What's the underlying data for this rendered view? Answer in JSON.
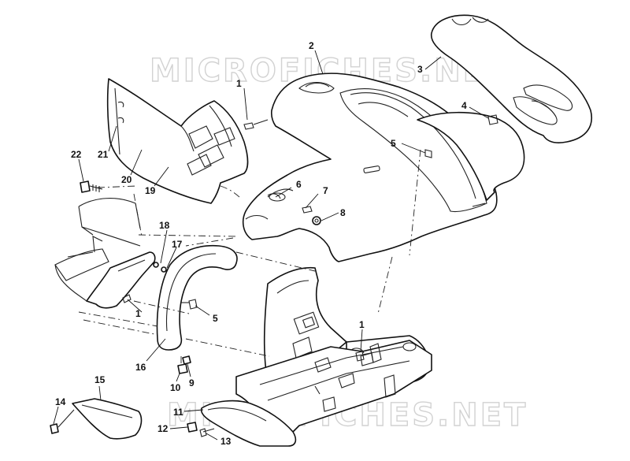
{
  "watermarks": [
    "MICROFICHES.NET",
    "MICROFICHES.NET"
  ],
  "callouts": [
    {
      "label": "1"
    },
    {
      "label": "2"
    },
    {
      "label": "3"
    },
    {
      "label": "4"
    },
    {
      "label": "5"
    },
    {
      "label": "6"
    },
    {
      "label": "7"
    },
    {
      "label": "8"
    },
    {
      "label": "22"
    },
    {
      "label": "21"
    },
    {
      "label": "20"
    },
    {
      "label": "19"
    },
    {
      "label": "18"
    },
    {
      "label": "17"
    },
    {
      "label": "1"
    },
    {
      "label": "5"
    },
    {
      "label": "16"
    },
    {
      "label": "10"
    },
    {
      "label": "9"
    },
    {
      "label": "1"
    },
    {
      "label": "15"
    },
    {
      "label": "14"
    },
    {
      "label": "11"
    },
    {
      "label": "12"
    },
    {
      "label": "13"
    }
  ]
}
